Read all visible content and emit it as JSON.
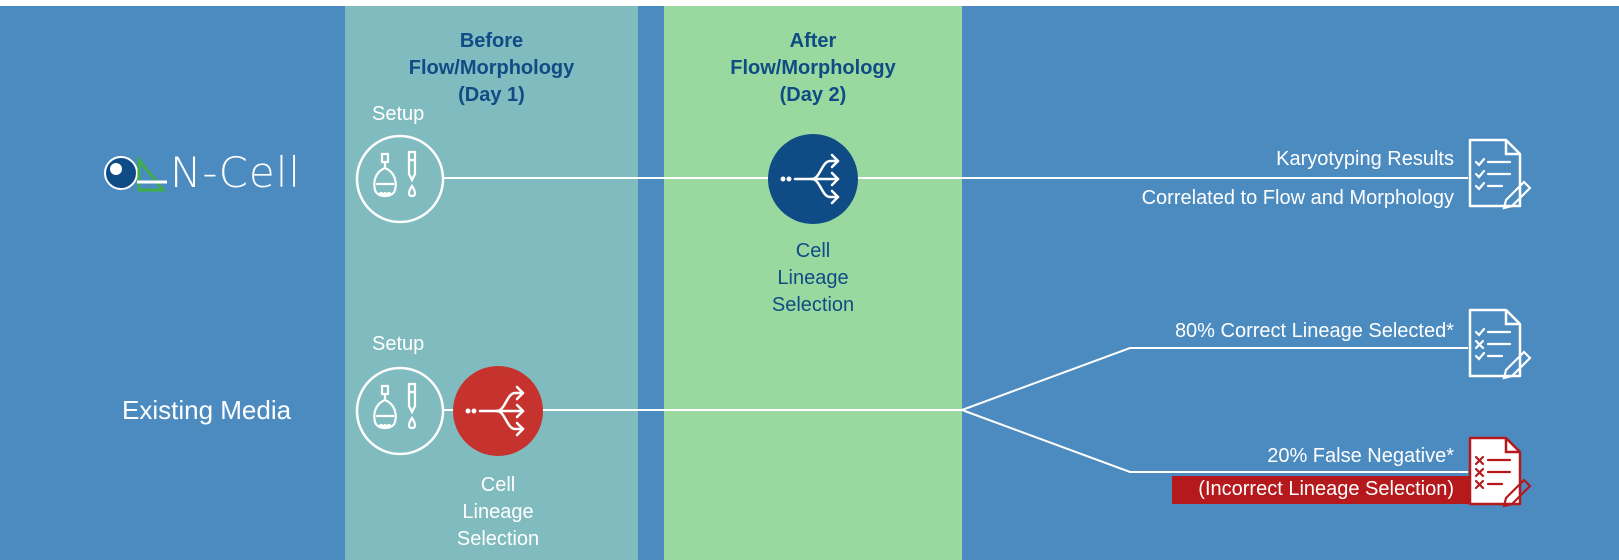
{
  "headers": {
    "before": {
      "line1": "Before",
      "line2": "Flow/Morphology",
      "line3": "(Day 1)"
    },
    "after": {
      "line1": "After",
      "line2": "Flow/Morphology",
      "line3": "(Day 2)"
    }
  },
  "rows": {
    "ncell": {
      "logo_text": "N-Cell",
      "setup_label": "Setup",
      "selection_caption": [
        "Cell",
        "Lineage",
        "Selection"
      ],
      "result_line1": "Karyotyping Results",
      "result_line2": "Correlated to Flow and Morphology"
    },
    "existing": {
      "label": "Existing Media",
      "setup_label": "Setup",
      "selection_caption": [
        "Cell",
        "Lineage",
        "Selection"
      ],
      "correct_result": "80% Correct Lineage Selected*",
      "false_result": "20% False Negative*",
      "false_note": "(Incorrect Lineage Selection)"
    }
  },
  "colors": {
    "background": "#4c8bbf",
    "before_column": "#80bbbf",
    "after_column": "#99d9a0",
    "header_text": "#0f4c85",
    "ncell_selection": "#0f4c85",
    "existing_selection": "#c6332f",
    "false_result_band": "#b5191c",
    "logo_green": "#3fae49"
  },
  "icons": {
    "setup": "lab-flask-dropper-icon",
    "selection": "branching-arrows-icon",
    "report": "checklist-report-icon",
    "report_error": "error-checklist-report-icon"
  }
}
